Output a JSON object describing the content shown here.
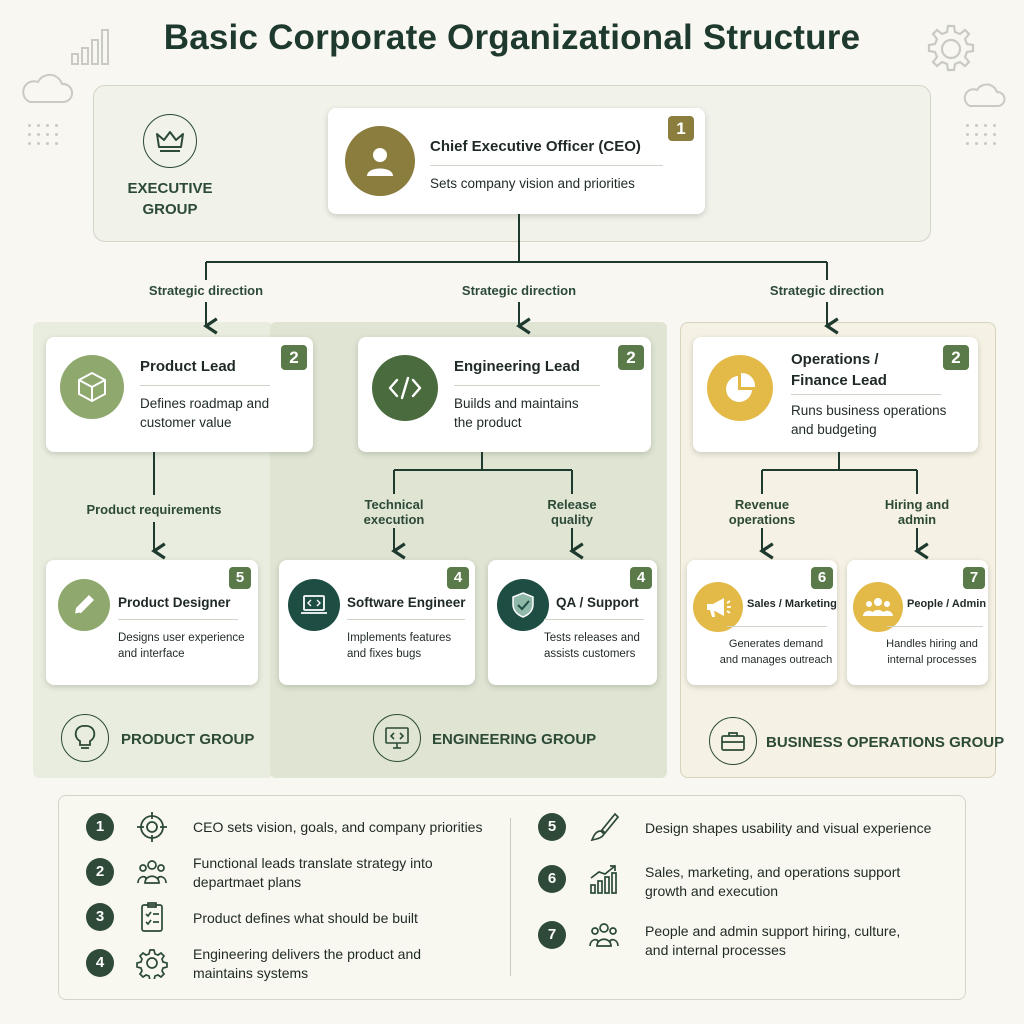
{
  "title": "Basic Corporate Organizational Structure",
  "colors": {
    "dark_green": "#2f4a38",
    "olive": "#8a7d3e",
    "sage": "#8ea86e",
    "forest": "#4a6b3d",
    "teal": "#1e4d44",
    "gold": "#e3b948",
    "panel_product": "#e9eddf",
    "panel_engineering": "#dfe4d3",
    "panel_operations": "#f5f1e4"
  },
  "groups": {
    "executive": {
      "label_line1": "EXECUTIVE",
      "label_line2": "GROUP",
      "icon": "crown-icon"
    },
    "product": {
      "label": "PRODUCT GROUP",
      "icon": "lightbulb-icon"
    },
    "engineering": {
      "label": "ENGINEERING GROUP",
      "icon": "monitor-code-icon"
    },
    "operations": {
      "label": "BUSINESS OPERATIONS GROUP",
      "icon": "briefcase-icon"
    }
  },
  "roles": {
    "ceo": {
      "title": "Chief Executive Officer (CEO)",
      "desc": "Sets company vision and priorities",
      "badge": "1",
      "icon": "user-icon"
    },
    "product_lead": {
      "title": "Product Lead",
      "desc_line1": "Defines roadmap and",
      "desc_line2": "customer value",
      "badge": "2",
      "icon": "box-icon"
    },
    "engineering_lead": {
      "title": "Engineering Lead",
      "desc_line1": "Builds and maintains",
      "desc_line2": "the product",
      "badge": "2",
      "icon": "code-icon"
    },
    "operations_lead": {
      "title_line1": "Operations /",
      "title_line2": "Finance Lead",
      "desc_line1": "Runs business operations",
      "desc_line2": "and budgeting",
      "badge": "2",
      "icon": "pie-chart-icon"
    },
    "product_designer": {
      "title": "Product Designer",
      "desc_line1": "Designs user experience",
      "desc_line2": "and interface",
      "badge": "5",
      "icon": "pencil-icon"
    },
    "software_engineer": {
      "title": "Software Engineer",
      "desc_line1": "Implements features",
      "desc_line2": "and fixes bugs",
      "badge": "4",
      "icon": "laptop-code-icon"
    },
    "qa_support": {
      "title": "QA / Support",
      "desc_line1": "Tests releases and",
      "desc_line2": "assists customers",
      "badge": "4",
      "icon": "shield-check-icon"
    },
    "sales_marketing": {
      "title": "Sales / Marketing",
      "desc_line1": "Generates demand",
      "desc_line2": "and manages outreach",
      "badge": "6",
      "icon": "megaphone-icon"
    },
    "people_admin": {
      "title": "People / Admin",
      "desc_line1": "Handles hiring and",
      "desc_line2": "internal processes",
      "badge": "7",
      "icon": "people-icon"
    }
  },
  "connectors": {
    "strategic_1": "Strategic direction",
    "strategic_2": "Strategic direction",
    "strategic_3": "Strategic direction",
    "product_requirements": "Product requirements",
    "technical_1": "Technical",
    "technical_2": "execution",
    "release_1": "Release",
    "release_2": "quality",
    "revenue_1": "Revenue",
    "revenue_2": "operations",
    "hiring_1": "Hiring and",
    "hiring_2": "admin"
  },
  "legend": [
    {
      "num": "1",
      "icon": "target-icon",
      "line1": "CEO sets vision, goals, and company priorities",
      "line2": ""
    },
    {
      "num": "2",
      "icon": "team-icon",
      "line1": "Functional leads translate strategy into",
      "line2": "departmaet plans"
    },
    {
      "num": "3",
      "icon": "checklist-icon",
      "line1": "Product defines what should be built",
      "line2": ""
    },
    {
      "num": "4",
      "icon": "gear-icon",
      "line1": "Engineering delivers the product and",
      "line2": "maintains systems"
    },
    {
      "num": "5",
      "icon": "brush-icon",
      "line1": "Design shapes usability and visual experience",
      "line2": ""
    },
    {
      "num": "6",
      "icon": "growth-chart-icon",
      "line1": "Sales, marketing, and operations support",
      "line2": "growth and execution"
    },
    {
      "num": "7",
      "icon": "team-icon",
      "line1": "People and admin support hiring, culture,",
      "line2": "and internal processes"
    }
  ]
}
